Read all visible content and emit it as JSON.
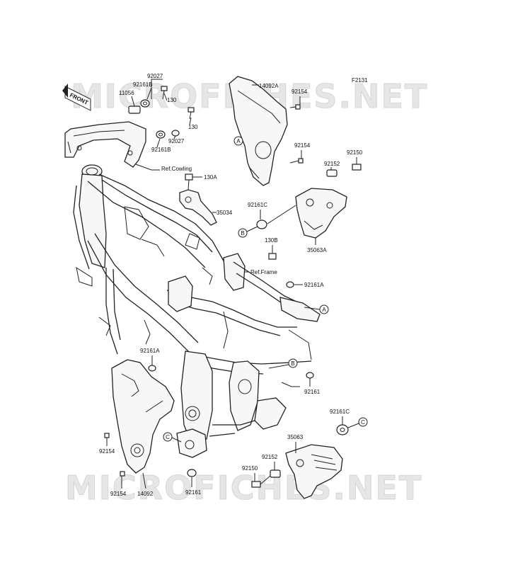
{
  "diagram_code": "F2131",
  "front_marker": "FRONT",
  "watermark_text": "MICROFICHES.NET",
  "reference_labels": {
    "cowling": "Ref.Cowling",
    "frame": "Ref.Frame"
  },
  "part_labels": {
    "p92027_top": "92027",
    "p92161b_top": "92161B",
    "p11056": "11056",
    "p130_a": "130",
    "p130_b": "130",
    "p92027_mid": "92027",
    "p92161b_mid": "92161B",
    "p14092a": "14092A",
    "p92154_a": "92154",
    "p92154_b": "92154",
    "p92150_top": "92150",
    "p92152_top": "92152",
    "p130a": "130A",
    "p35034": "35034",
    "p92161c_top": "92161C",
    "p130b": "130B",
    "p35063a": "35063A",
    "p92161a_right": "92161A",
    "p92161a_left": "92161A",
    "p92161_right": "92161",
    "p92161c_bottom": "92161C",
    "p35063": "35063",
    "p92152_bottom": "92152",
    "p92150_bottom": "92150",
    "p92154_left": "92154",
    "p92154_bottom": "92154",
    "p14092": "14092",
    "p92161_bottom": "92161"
  },
  "callouts": {
    "a1": "A",
    "a2": "A",
    "b1": "B",
    "b2": "B",
    "c1": "C",
    "c2": "C"
  }
}
